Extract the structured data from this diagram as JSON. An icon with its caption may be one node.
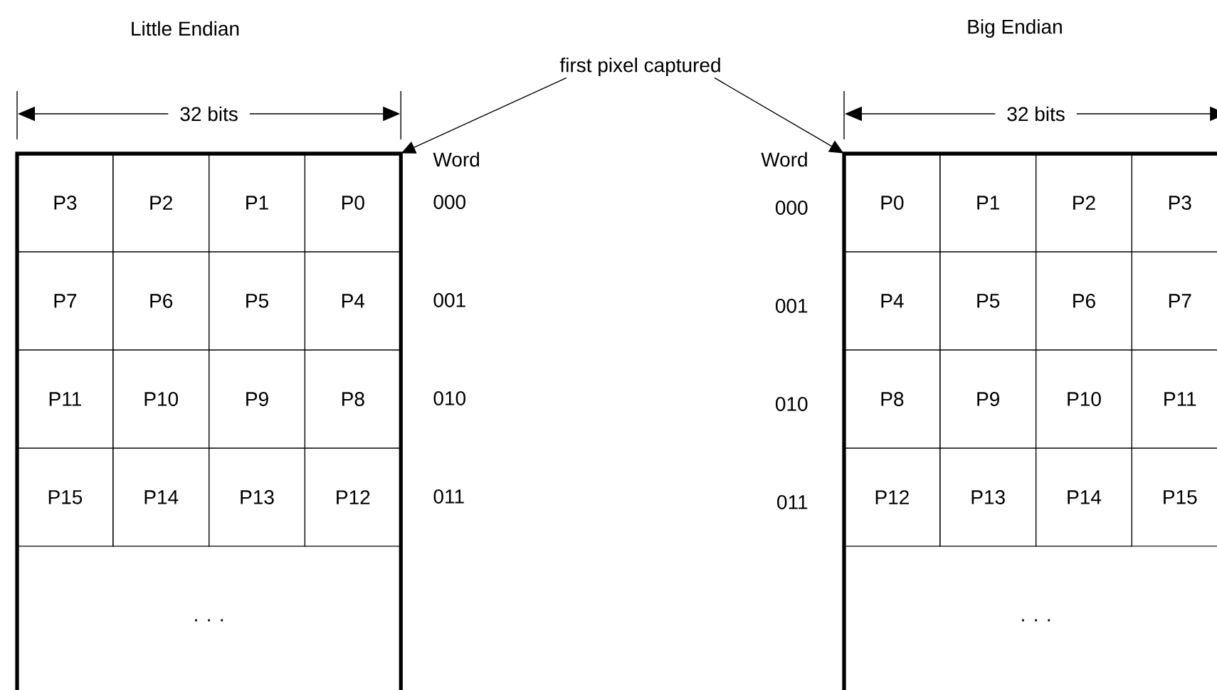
{
  "diagram": {
    "nodes": [
      {
        "text": [
          "first pixel captured"
        ]
      },
      {
        "text": [],
        "shape": "box"
      },
      {
        "text": [
          "P3"
        ],
        "in": 1
      },
      {
        "text": [
          "P2"
        ],
        "in": 1
      },
      {
        "text": [
          "P1"
        ],
        "in": 1
      },
      {
        "text": [
          "P0"
        ],
        "in": 1
      },
      {
        "text": [
          "P7"
        ],
        "in": 1
      },
      {
        "text": [
          "P6"
        ],
        "in": 1
      },
      {
        "text": [
          "P5"
        ],
        "in": 1
      },
      {
        "text": [
          "P4"
        ],
        "in": 1
      },
      {
        "text": [
          "P11"
        ],
        "in": 1
      },
      {
        "text": [
          "P10"
        ],
        "in": 1
      },
      {
        "text": [
          "P9"
        ],
        "in": 1
      },
      {
        "text": [
          "P8"
        ],
        "in": 1
      },
      {
        "text": [
          "P15"
        ],
        "in": 1
      },
      {
        "text": [
          "P14"
        ],
        "in": 1
      },
      {
        "text": [
          "P13"
        ],
        "in": 1
      },
      {
        "text": [
          "P12"
        ],
        "in": 1
      },
      {
        "text": [],
        "shape": "box"
      },
      {
        "text": [
          "P0"
        ],
        "in": 18
      },
      {
        "text": [
          "P1"
        ],
        "in": 18
      },
      {
        "text": [
          "P2"
        ],
        "in": 18
      },
      {
        "text": [
          "P3"
        ],
        "in": 18
      },
      {
        "text": [
          "P4"
        ],
        "in": 18
      },
      {
        "text": [
          "P5"
        ],
        "in": 18
      },
      {
        "text": [
          "P6"
        ],
        "in": 18
      },
      {
        "text": [
          "P7"
        ],
        "in": 18
      },
      {
        "text": [
          "P8"
        ],
        "in": 18
      },
      {
        "text": [
          "P9"
        ],
        "in": 18
      },
      {
        "text": [
          "P10"
        ],
        "in": 18
      },
      {
        "text": [
          "P11"
        ],
        "in": 18
      },
      {
        "text": [
          "P12"
        ],
        "in": 18
      },
      {
        "text": [
          "P13"
        ],
        "in": 18
      },
      {
        "text": [
          "P14"
        ],
        "in": 18
      },
      {
        "text": [
          "P15"
        ],
        "in": 18
      }
    ],
    "edges": [
      {
        "from": 0,
        "to": 1,
        "arrow": "to"
      },
      {
        "from": 0,
        "to": 18,
        "arrow": "to"
      }
    ],
    "labels": [
      "Little Endian",
      "Big Endian",
      "32 bits",
      "32 bits",
      "Word",
      "000",
      "001",
      "010",
      "011",
      "Word",
      "000",
      "001",
      "010",
      "011",
      ". . .",
      ". . ."
    ]
  }
}
